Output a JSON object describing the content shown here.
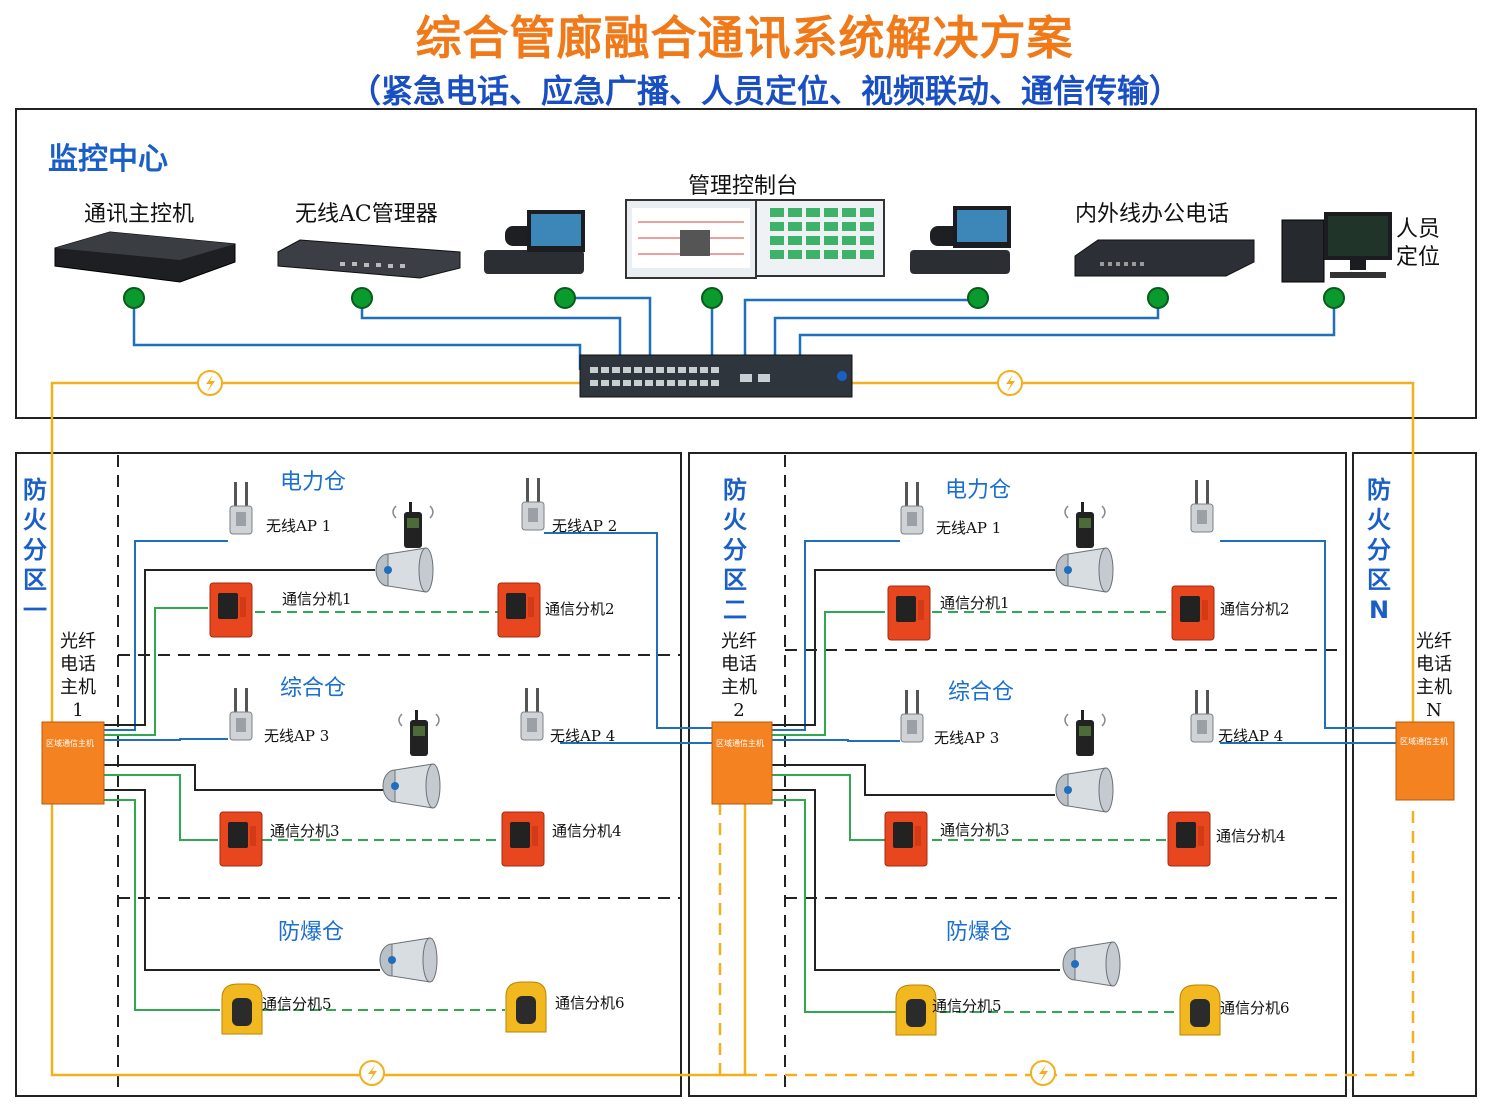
{
  "title": "综合管廊融合通讯系统解决方案",
  "subtitle": "（紧急电话、应急广播、人员定位、视频联动、通信传输）",
  "center": {
    "title": "监控中心",
    "devices": [
      "通讯主控机",
      "无线AC管理器",
      "管理控制台",
      "内外线办公电话",
      "人员定位"
    ]
  },
  "zones": [
    {
      "name": "防火分区一",
      "host_label": "光纤电话主机",
      "host_num": "1"
    },
    {
      "name": "防火分区二",
      "host_label": "光纤电话主机",
      "host_num": "2"
    },
    {
      "name": "防火分区N",
      "host_label": "光纤电话主机",
      "host_num": "N"
    }
  ],
  "host_panel_text": "区域通信主机",
  "cabins": {
    "power": "电力仓",
    "combined": "综合仓",
    "explosion": "防爆仓"
  },
  "ap": {
    "ap1": "无线AP 1",
    "ap2": "无线AP 2",
    "ap3": "无线AP 3",
    "ap4": "无线AP 4"
  },
  "phones": {
    "p1": "通信分机1",
    "p2": "通信分机2",
    "p3": "通信分机3",
    "p4": "通信分机4",
    "p5": "通信分机5",
    "p6": "通信分机6"
  },
  "colors": {
    "title": "#f07a1a",
    "subtitle": "#1a4fc4",
    "ethernet": "#1f6fbd",
    "fiber": "#f2b01c",
    "phone_link": "#2fa84f",
    "node": "#0a9a2e"
  }
}
